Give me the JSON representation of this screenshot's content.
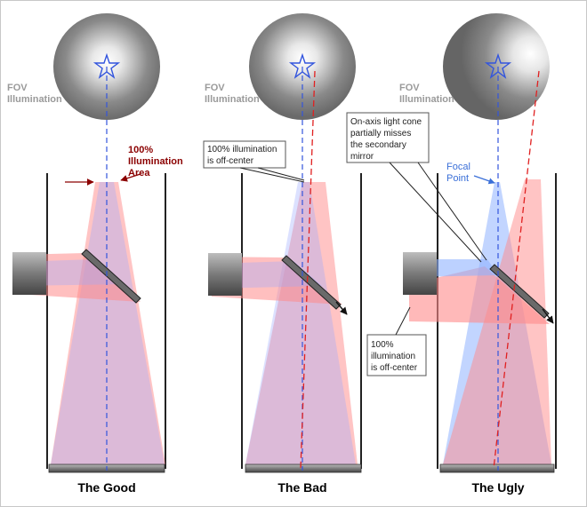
{
  "panels": [
    {
      "title": "The Good",
      "fov_label_1": "FOV",
      "fov_label_2": "Illumination",
      "annotation_lines": [
        "100%",
        "Illumination",
        "Area"
      ],
      "annotation_color": "#8b0000"
    },
    {
      "title": "The Bad",
      "fov_label_1": "FOV",
      "fov_label_2": "Illumination",
      "callout_lines": [
        "100% illumination",
        "is off-center"
      ]
    },
    {
      "title": "The Ugly",
      "fov_label_1": "FOV",
      "fov_label_2": "Illumination",
      "callout_top_lines": [
        "On-axis light cone",
        "partially misses",
        "the secondary",
        "mirror"
      ],
      "focal_lines": [
        "Focal",
        "Point"
      ],
      "focal_color": "#3a6fd8",
      "callout_bottom_lines": [
        "100%",
        "illumination",
        "is off-center"
      ]
    }
  ],
  "colors": {
    "light_red": "#ff8a8a",
    "light_blue": "#8fb2ff",
    "axis_blue": "#3355dd",
    "offaxis_red": "#e02020",
    "tube": "#222222"
  }
}
